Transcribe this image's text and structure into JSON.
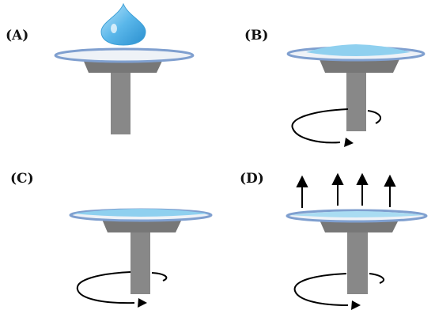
{
  "panels": [
    {
      "id": "A",
      "label": "(A)"
    },
    {
      "id": "B",
      "label": "(B)"
    },
    {
      "id": "C",
      "label": "(C)"
    },
    {
      "id": "D",
      "label": "(D)"
    }
  ],
  "colors": {
    "plate_rim": "#7f9fcf",
    "plate_fill": "#eef2f7",
    "liquid": "#8fd0ef",
    "shaft": "#8a8a8a",
    "shaft_dark": "#6d6d6d",
    "drop": "#4fb0e6",
    "arrow": "#000000"
  }
}
